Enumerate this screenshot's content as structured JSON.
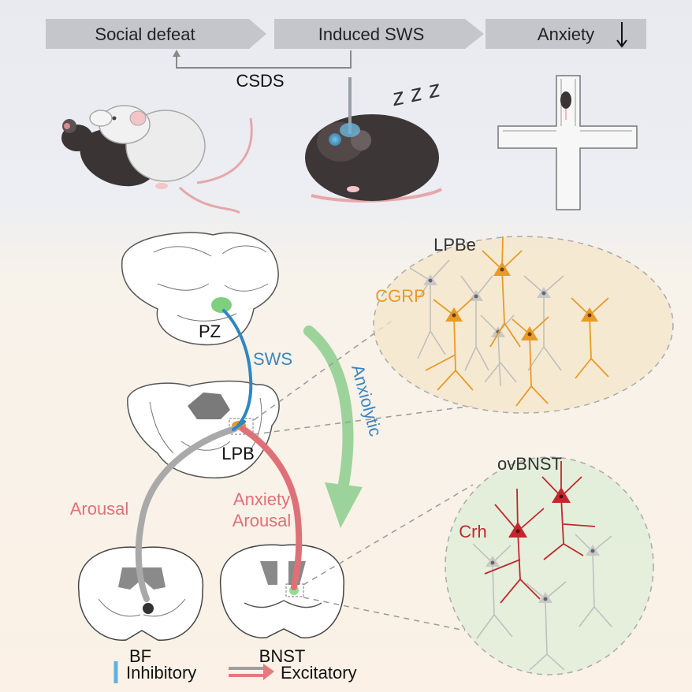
{
  "flow": {
    "step1": "Social defeat",
    "step2": "Induced SWS",
    "step3": "Anxiety",
    "feedback_label": "CSDS",
    "sleep_label": "z z z"
  },
  "regions": {
    "pz": "PZ",
    "lpb": "LPB",
    "bf": "BF",
    "bnst": "BNST"
  },
  "pathways": {
    "sws": "SWS",
    "anxiolytic": "Anxiolytic",
    "arousal": "Arousal",
    "anxiety_line1": "Anxiety",
    "anxiety_line2": "Arousal"
  },
  "insets": {
    "lpbe_title": "LPBe",
    "lpbe_marker": "CGRP",
    "ovbnst_title": "ovBNST",
    "ovbnst_marker": "Crh"
  },
  "legend": {
    "inhibitory": "Inhibitory",
    "excitatory": "Excitatory"
  },
  "colors": {
    "inhibitory": "#2f86c4",
    "excitatory": "#e07078",
    "arousal_gray": "#a9a9a9",
    "anxiolytic_green": "#9cd39a",
    "cgrp_orange": "#e89a28",
    "crh_red": "#c1272d"
  }
}
